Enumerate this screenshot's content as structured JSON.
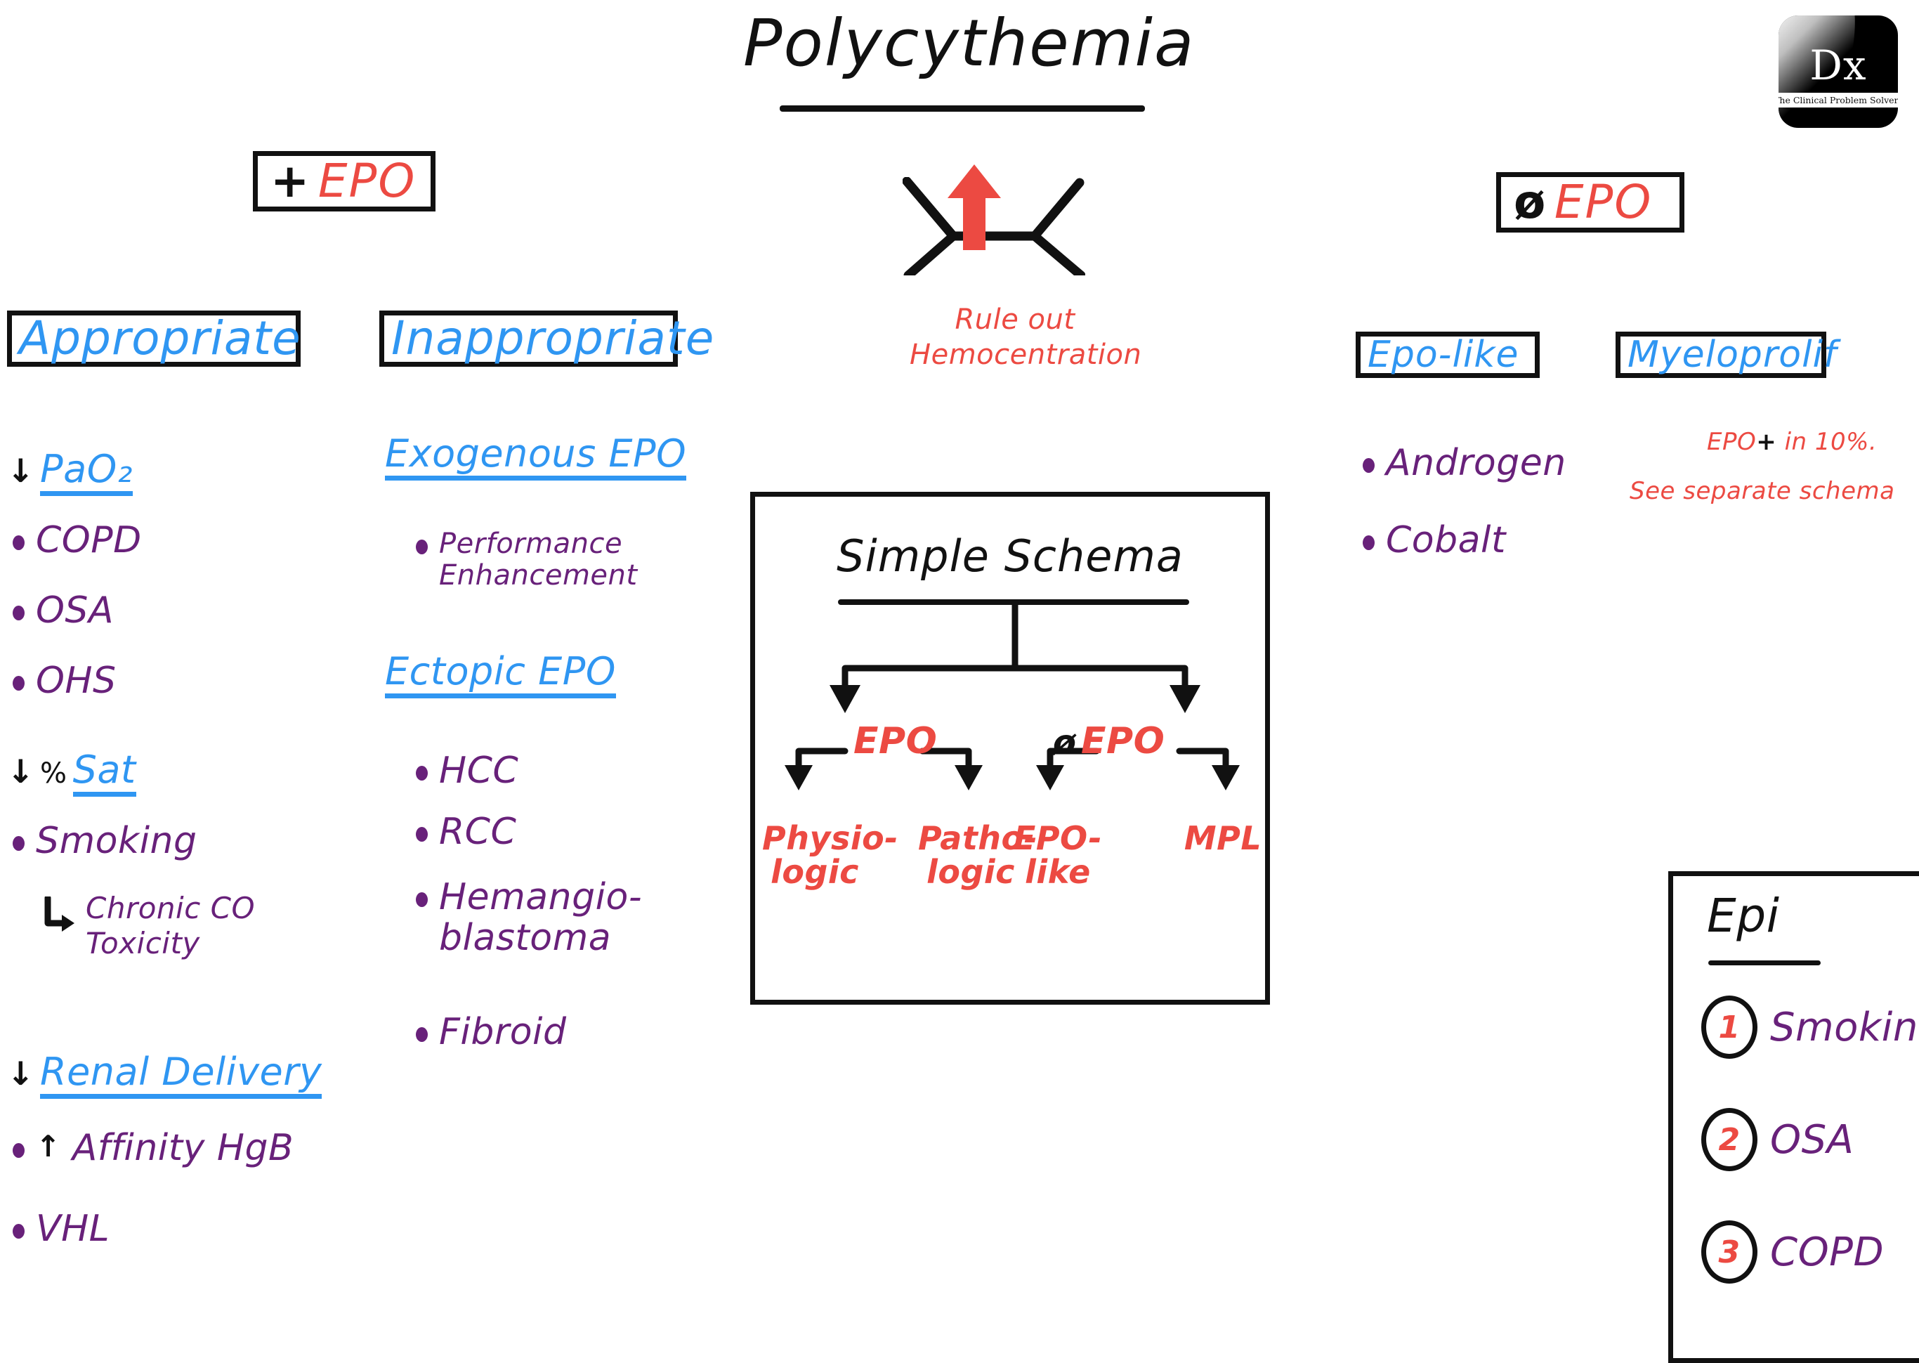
{
  "page": {
    "title": "Polycythemia"
  },
  "logo": {
    "mark": "Dx",
    "tagline": "The Clinical Problem Solvers"
  },
  "center": {
    "rule_out": "Rule out\nHemocentration",
    "arrow_icon": "up-arrow-red"
  },
  "left_group": {
    "header": {
      "symbol": "+",
      "label": "EPO"
    },
    "columns": [
      {
        "title": "Appropriate",
        "sections": [
          {
            "arrow": "↓",
            "prefix": "",
            "heading": "PaO₂",
            "items": [
              {
                "label": "COPD"
              },
              {
                "label": "OSA"
              },
              {
                "label": "OHS"
              }
            ]
          },
          {
            "arrow": "↓",
            "prefix": "%",
            "heading": "Sat",
            "items": [
              {
                "label": "Smoking",
                "sub": "Chronic CO\nToxicity"
              }
            ]
          },
          {
            "arrow": "↓",
            "prefix": "",
            "heading": "Renal Delivery",
            "items": [
              {
                "uparrow": "↑",
                "label": "Affinity HgB"
              },
              {
                "label": "VHL"
              }
            ]
          }
        ]
      },
      {
        "title": "Inappropriate",
        "sections": [
          {
            "heading": "Exogenous EPO",
            "items": [
              {
                "label": "Performance\nEnhancement"
              }
            ]
          },
          {
            "heading": "Ectopic EPO",
            "items": [
              {
                "label": "HCC"
              },
              {
                "label": "RCC"
              },
              {
                "label": "Hemangio-\nblastoma"
              },
              {
                "label": "Fibroid"
              }
            ]
          }
        ]
      }
    ]
  },
  "right_group": {
    "header": {
      "symbol": "ø",
      "label": "EPO"
    },
    "columns": [
      {
        "title": "Epo-like",
        "items": [
          {
            "label": "Androgen"
          },
          {
            "label": "Cobalt"
          }
        ]
      },
      {
        "title": "Myeloprolif",
        "notes": [
          "EPO",
          "+",
          " in 10%.",
          "See separate schema"
        ],
        "note_line1_a": "EPO",
        "note_line1_b": "+",
        "note_line1_c": "in 10%.",
        "note_line2": "See separate schema"
      }
    ]
  },
  "simple_schema": {
    "title": "Simple Schema",
    "branches": [
      {
        "label": "EPO",
        "symbol": "",
        "children": [
          "Physio-\nlogic",
          "Patho-\nlogic"
        ]
      },
      {
        "label": "EPO",
        "symbol": "ø",
        "children": [
          "EPO-\nlike",
          "MPL"
        ]
      }
    ],
    "leaf_left_1": "Physio-\nlogic",
    "leaf_left_2": "Patho-\nlogic",
    "leaf_right_1": "EPO-\nlike",
    "leaf_right_2": "MPL",
    "node_left": "EPO",
    "node_right": "EPO",
    "node_right_symbol": "ø"
  },
  "epi": {
    "title": "Epi",
    "rows": [
      {
        "num": "1",
        "label": "Smoking"
      },
      {
        "num": "2",
        "label": "OSA"
      },
      {
        "num": "3",
        "label": "COPD"
      }
    ]
  },
  "colors": {
    "black": "#111111",
    "blue": "#2f96f2",
    "purple": "#68217a",
    "red": "#ec4a42"
  }
}
